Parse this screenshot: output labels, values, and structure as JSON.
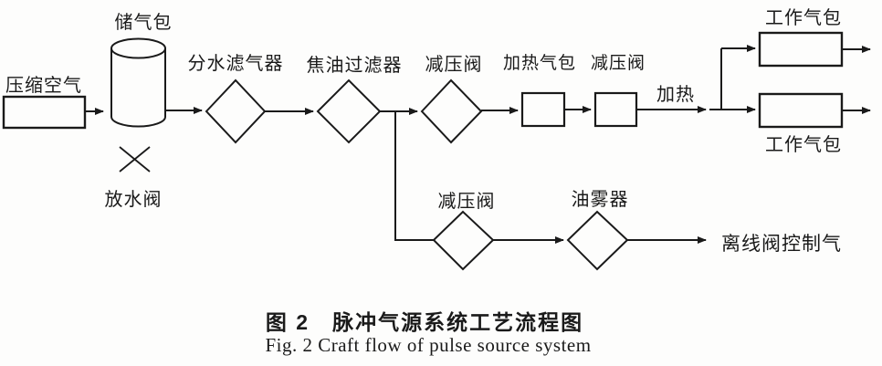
{
  "diagram": {
    "nodes": {
      "compressed_air": {
        "label": "压缩空气",
        "shape": "rect"
      },
      "storage_tank": {
        "label": "储气包",
        "shape": "cylinder"
      },
      "drain_valve": {
        "label": "放水阀",
        "shape": "x-valve"
      },
      "water_separator_filter": {
        "label": "分水滤气器",
        "shape": "diamond"
      },
      "tar_filter": {
        "label": "焦油过滤器",
        "shape": "diamond"
      },
      "pressure_valve_main": {
        "label": "减压阀",
        "shape": "diamond"
      },
      "heating_tank": {
        "label": "加热气包",
        "shape": "rect"
      },
      "pressure_valve_after_heating": {
        "label": "减压阀",
        "shape": "rect"
      },
      "heating_flow": {
        "label": "加热",
        "shape": "flow-label"
      },
      "working_tank_top": {
        "label": "工作气包",
        "shape": "rect"
      },
      "working_tank_bottom": {
        "label": "工作气包",
        "shape": "rect"
      },
      "pressure_valve_branch": {
        "label": "减压阀",
        "shape": "diamond"
      },
      "oil_mister": {
        "label": "油雾器",
        "shape": "diamond"
      },
      "offline_valve_control_gas": {
        "label": "离线阀控制气",
        "shape": "output-label"
      }
    },
    "caption": {
      "zh": "图 2　脉冲气源系统工艺流程图",
      "en": "Fig. 2 Craft flow of pulse source system"
    },
    "colors": {
      "line": "#1a1a1a",
      "background": "#fdfdfc",
      "text": "#1a1a1a"
    }
  }
}
